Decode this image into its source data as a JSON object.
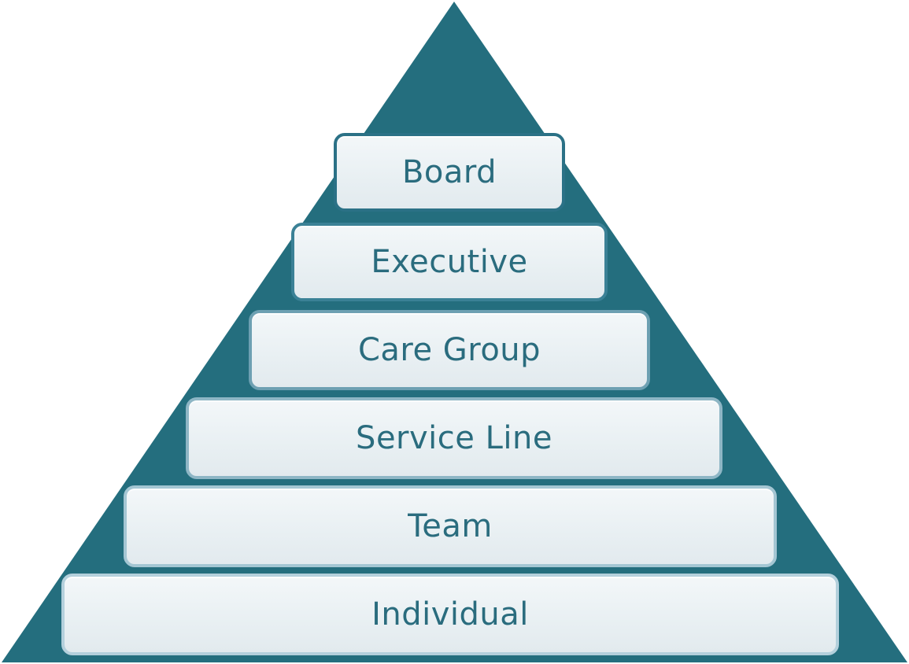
{
  "colors": {
    "pyramid_fill": "#246e7e",
    "tier_fill": "#e9f0f3",
    "label_color": "#2a6c7e"
  },
  "pyramid": {
    "tiers": [
      {
        "label": "Board"
      },
      {
        "label": "Executive"
      },
      {
        "label": "Care Group"
      },
      {
        "label": "Service Line"
      },
      {
        "label": "Team"
      },
      {
        "label": "Individual"
      }
    ]
  }
}
